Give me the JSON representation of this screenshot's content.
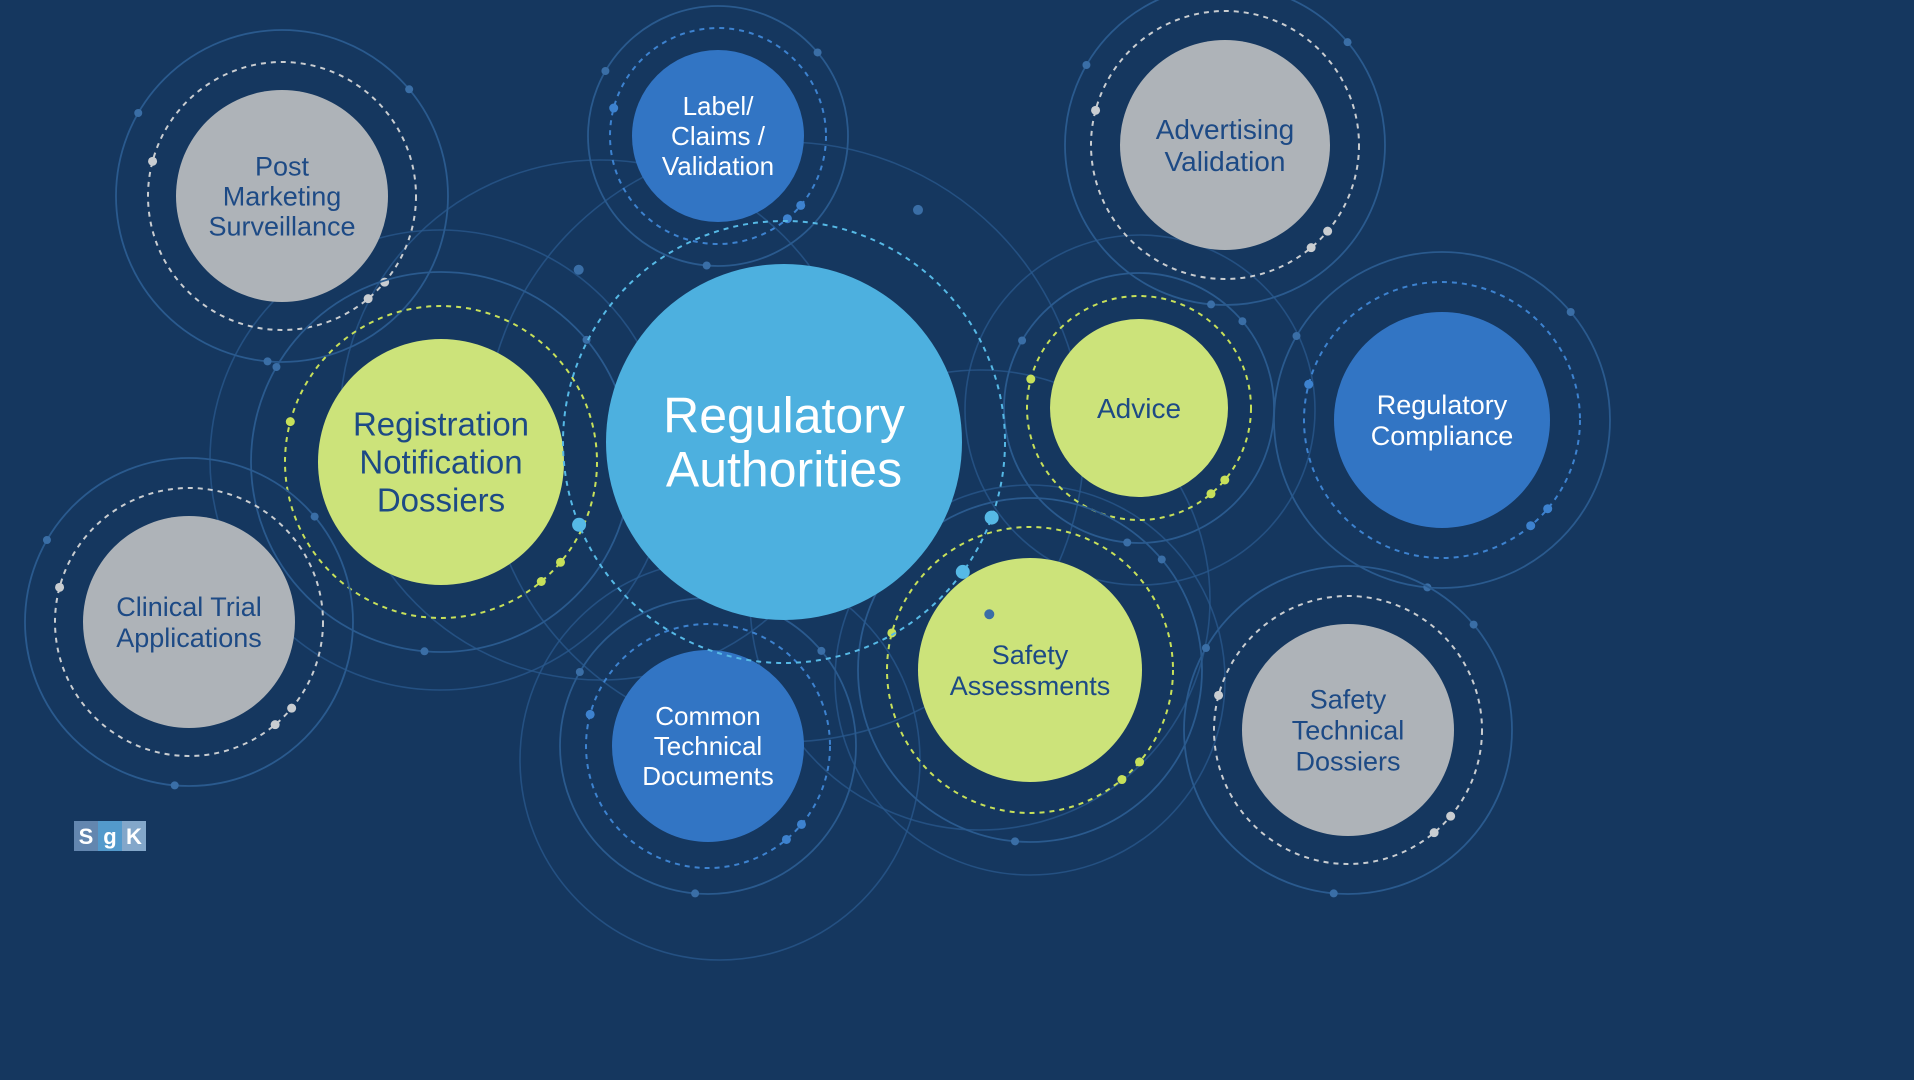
{
  "colors": {
    "background": "#15375f",
    "ring": "#2a5a8e",
    "ring_light": "#3a6ea6",
    "gray_node": "#aeb3b8",
    "gray_text": "#1d4a85",
    "green_node": "#cce37a",
    "green_ring": "#c7e05a",
    "green_text": "#1d4a85",
    "blue_node": "#3275c4",
    "blue_ring": "#3d82cf",
    "center_node": "#4db0df",
    "center_ring": "#56b9e6",
    "white_text": "#ffffff",
    "gray_ring": "#c9cdd1"
  },
  "diagram": {
    "center": {
      "lines": [
        "Regulatory",
        "Authorities"
      ]
    },
    "nodes": [
      {
        "id": "post-marketing-surveillance",
        "style": "gray",
        "lines": [
          "Post",
          "Marketing",
          "Surveillance"
        ]
      },
      {
        "id": "label-claims-validation",
        "style": "blue",
        "lines": [
          "Label/",
          "Claims /",
          "Validation"
        ]
      },
      {
        "id": "advertising-validation",
        "style": "gray",
        "lines": [
          "Advertising",
          "Validation"
        ]
      },
      {
        "id": "registration-notification-dossiers",
        "style": "green",
        "lines": [
          "Registration",
          "Notification",
          "Dossiers"
        ]
      },
      {
        "id": "advice",
        "style": "green",
        "lines": [
          "Advice"
        ]
      },
      {
        "id": "regulatory-compliance",
        "style": "blue",
        "lines": [
          "Regulatory",
          "Compliance"
        ]
      },
      {
        "id": "clinical-trial-applications",
        "style": "gray",
        "lines": [
          "Clinical Trial",
          "Applications"
        ]
      },
      {
        "id": "common-technical-documents",
        "style": "blue",
        "lines": [
          "Common",
          "Technical",
          "Documents"
        ]
      },
      {
        "id": "safety-assessments",
        "style": "green",
        "lines": [
          "Safety",
          "Assessments"
        ]
      },
      {
        "id": "safety-technical-dossiers",
        "style": "gray",
        "lines": [
          "Safety",
          "Technical",
          "Dossiers"
        ]
      }
    ]
  },
  "logo": {
    "text": "SGK",
    "letters": [
      "S",
      "g",
      "K"
    ]
  }
}
